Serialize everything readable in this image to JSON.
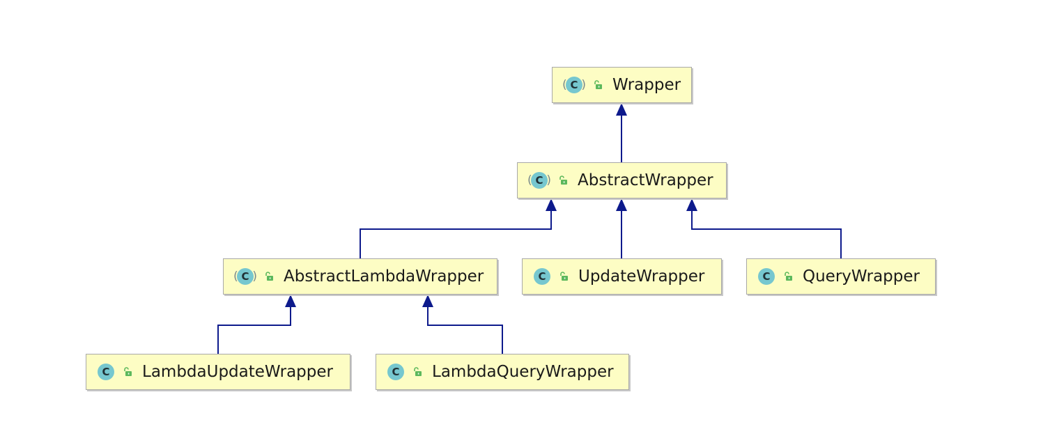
{
  "diagram": {
    "type": "class-hierarchy",
    "edge_color": "#0d1a8c",
    "node_fill": "#fdfdc4",
    "class_icon_color": "#76c7cf",
    "visibility_icon": "lock-open-icon",
    "nodes": [
      {
        "id": "wrapper",
        "label": "Wrapper",
        "kind": "abstract-class"
      },
      {
        "id": "abstract-wrapper",
        "label": "AbstractWrapper",
        "kind": "abstract-class"
      },
      {
        "id": "abstract-lambda-wrapper",
        "label": "AbstractLambdaWrapper",
        "kind": "abstract-class"
      },
      {
        "id": "update-wrapper",
        "label": "UpdateWrapper",
        "kind": "class"
      },
      {
        "id": "query-wrapper",
        "label": "QueryWrapper",
        "kind": "class"
      },
      {
        "id": "lambda-update-wrapper",
        "label": "LambdaUpdateWrapper",
        "kind": "class"
      },
      {
        "id": "lambda-query-wrapper",
        "label": "LambdaQueryWrapper",
        "kind": "class"
      }
    ],
    "edges": [
      {
        "from": "abstract-wrapper",
        "to": "wrapper",
        "relation": "extends"
      },
      {
        "from": "abstract-lambda-wrapper",
        "to": "abstract-wrapper",
        "relation": "extends"
      },
      {
        "from": "update-wrapper",
        "to": "abstract-wrapper",
        "relation": "extends"
      },
      {
        "from": "query-wrapper",
        "to": "abstract-wrapper",
        "relation": "extends"
      },
      {
        "from": "lambda-update-wrapper",
        "to": "abstract-lambda-wrapper",
        "relation": "extends"
      },
      {
        "from": "lambda-query-wrapper",
        "to": "abstract-lambda-wrapper",
        "relation": "extends"
      }
    ]
  }
}
